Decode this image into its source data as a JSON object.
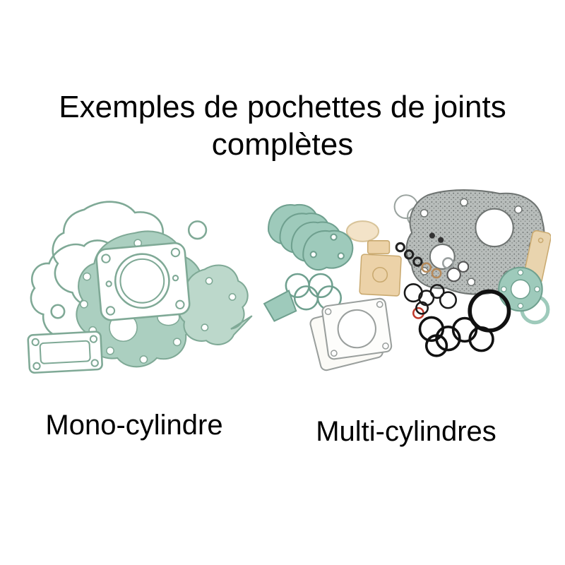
{
  "title": {
    "line1": "Exemples de pochettes de joints",
    "line2": "complètes"
  },
  "figures": {
    "mono": {
      "label": "Mono-cylindre"
    },
    "multi": {
      "label": "Multi-cylindres"
    }
  },
  "colors": {
    "background": "#ffffff",
    "text": "#000000",
    "gasket_teal_fill": "#abcfc0",
    "gasket_teal_light": "#bcd8cb",
    "gasket_teal_stroke": "#7fa996",
    "gasket_gray_speckled": "#b8bdbb",
    "gasket_gray_stroke": "#6f7472",
    "gasket_tan": "#ecd2a8",
    "gasket_tan_stroke": "#c9a96f",
    "oring_black": "#1a1a1a",
    "oring_red": "#c0392b"
  }
}
